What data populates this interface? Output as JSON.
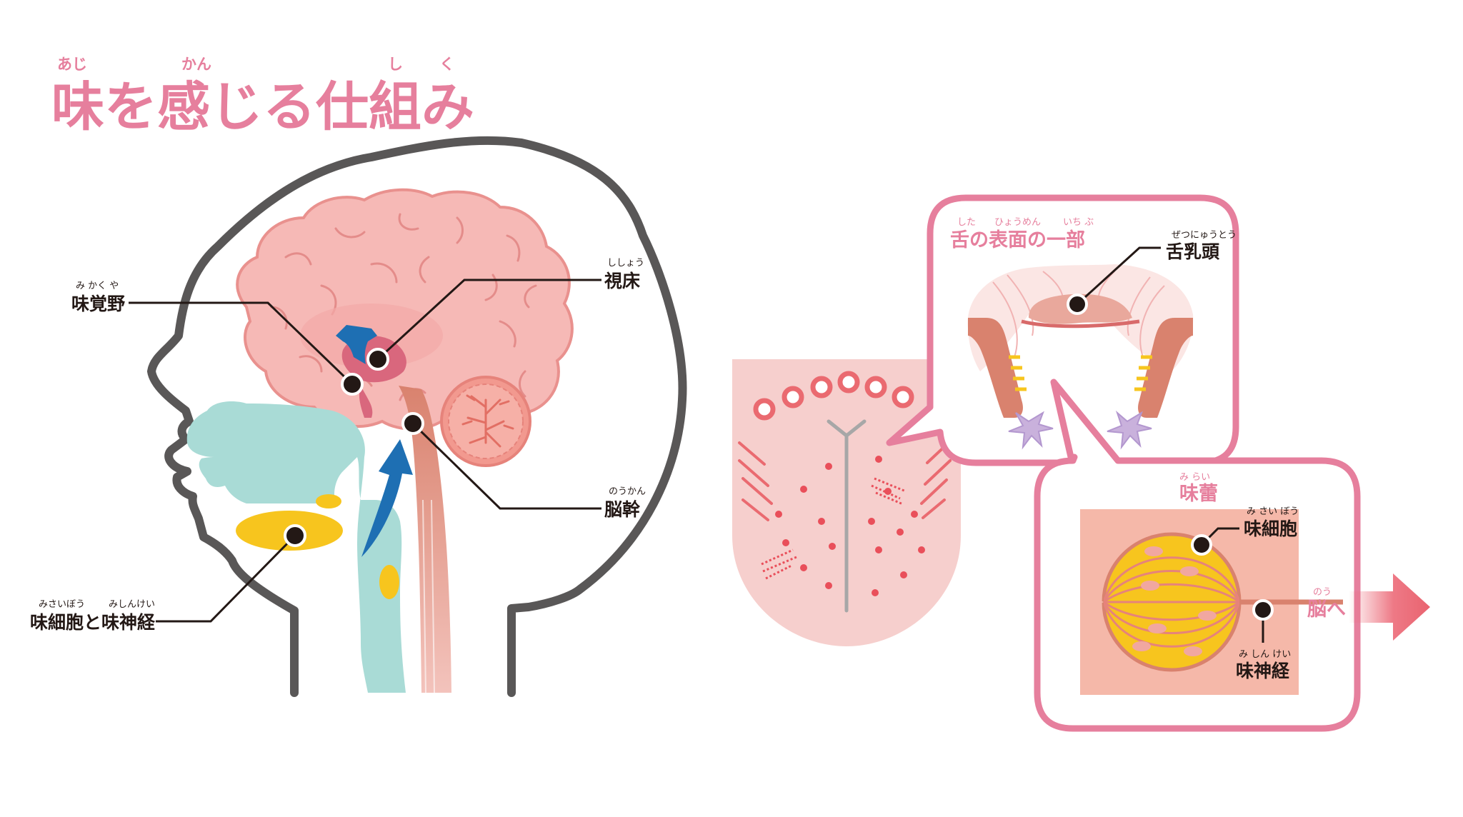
{
  "title": {
    "text": "味を感じる仕組み",
    "ruby_aji": "あじ",
    "ruby_kan": "かん",
    "ruby_shiku": "し く"
  },
  "brain_labels": {
    "mikakuya": {
      "text": "味覚野",
      "ruby": "み かく や"
    },
    "shishou": {
      "text": "視床",
      "ruby": "ししょう"
    },
    "noukan": {
      "text": "脳幹",
      "ruby": "のうかん"
    },
    "cells_nerve": {
      "text": "味細胞と味神経",
      "ruby_a": "みさいぼう",
      "ruby_b": "みしんけい"
    }
  },
  "tongue_panel": {
    "heading": "舌の表面の一部",
    "ruby_shita": "した",
    "ruby_hyoumen": "ひょうめん",
    "ruby_ichibu": "いち ぶ",
    "papilla": {
      "text": "舌乳頭",
      "ruby": "ぜつにゅうとう"
    }
  },
  "taste_bud_panel": {
    "heading": "味蕾",
    "heading_ruby": "み らい",
    "cell": {
      "text": "味細胞",
      "ruby": "み さい ぼう"
    },
    "nerve": {
      "text": "味神経",
      "ruby": "み しん けい"
    },
    "to_brain": {
      "text": "脳へ",
      "ruby": "のう"
    }
  },
  "colors": {
    "accent_pink": "#e67f9d",
    "brain_pink": "#f6b9b6",
    "cavity_teal": "#a9dbd6",
    "cell_yellow": "#f7c51e",
    "arrow_blue": "#1e6fb3",
    "head_outline": "#595757"
  }
}
